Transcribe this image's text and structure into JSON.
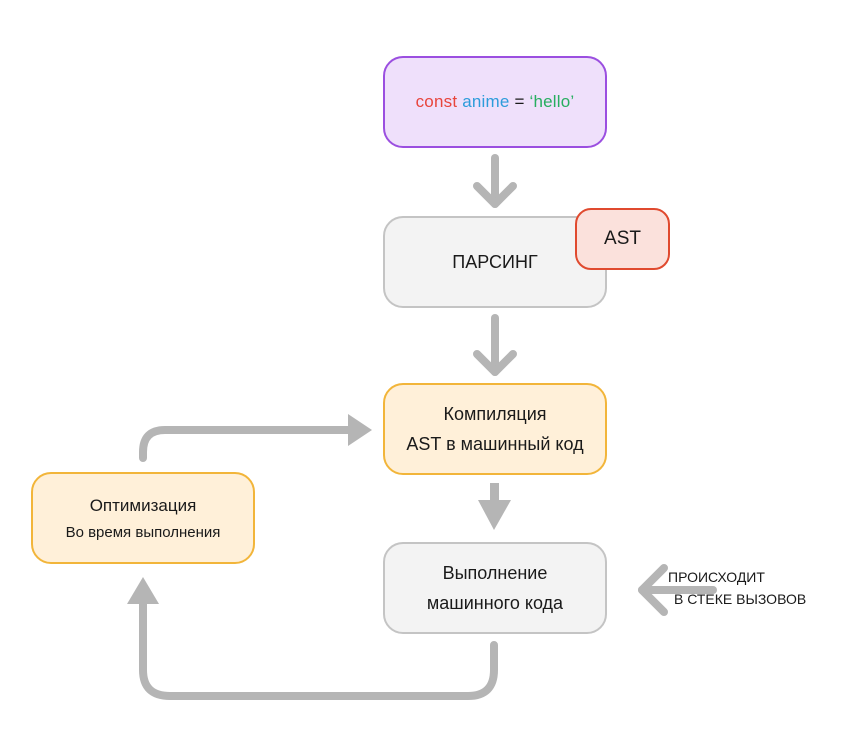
{
  "nodes": {
    "source": {
      "code_keyword": "const",
      "code_identifier": "anime",
      "code_operator": "=",
      "code_string": "‘hello’",
      "color_keyword": "#e8453c",
      "color_identifier": "#2d9cdb",
      "color_string": "#27ae60"
    },
    "parsing": {
      "label": "ПАРСИНГ"
    },
    "ast": {
      "label": "AST"
    },
    "compile": {
      "line1": "Компиляция",
      "line2": "AST в машинный код"
    },
    "optimize": {
      "line1": "Оптимизация",
      "line2": "Во время выполнения"
    },
    "execute": {
      "line1": "Выполнение",
      "line2": "машинного кода"
    }
  },
  "callstack_note": {
    "line1": "ПРОИСХОДИТ",
    "line2": "В СТЕКЕ ВЫЗОВОВ"
  },
  "colors": {
    "arrow": "#b5b5b5"
  }
}
